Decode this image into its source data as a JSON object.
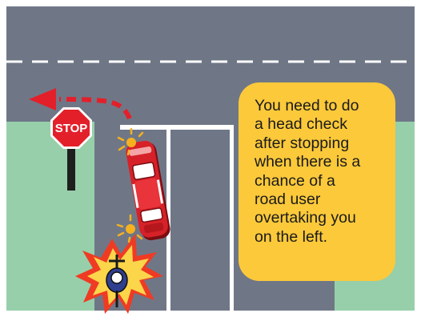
{
  "sign": {
    "label": "STOP"
  },
  "callout": {
    "lines": [
      "You need to do",
      "a head check",
      "after stopping",
      "when there is a",
      "chance of a",
      "road user",
      "overtaking you",
      "on the left."
    ]
  },
  "colors": {
    "road": "#6f7787",
    "verge": "#97cfaa",
    "lane_marking": "#ffffff",
    "callout_bg": "#fcc93a",
    "stop_sign": "#e3202a",
    "car": "#d62128",
    "path_arrow": "#e3202a",
    "glare": "#f6b11f",
    "crash_burst": "#ef3b24",
    "crash_burst_inner": "#fbd54a"
  },
  "icons": {
    "sign": "stop-sign-icon",
    "car": "car-icon",
    "cyclist": "cyclist-icon",
    "indicator": "indicator-light-icon",
    "burst": "crash-burst-icon",
    "arrow": "turn-path-arrow-icon"
  }
}
